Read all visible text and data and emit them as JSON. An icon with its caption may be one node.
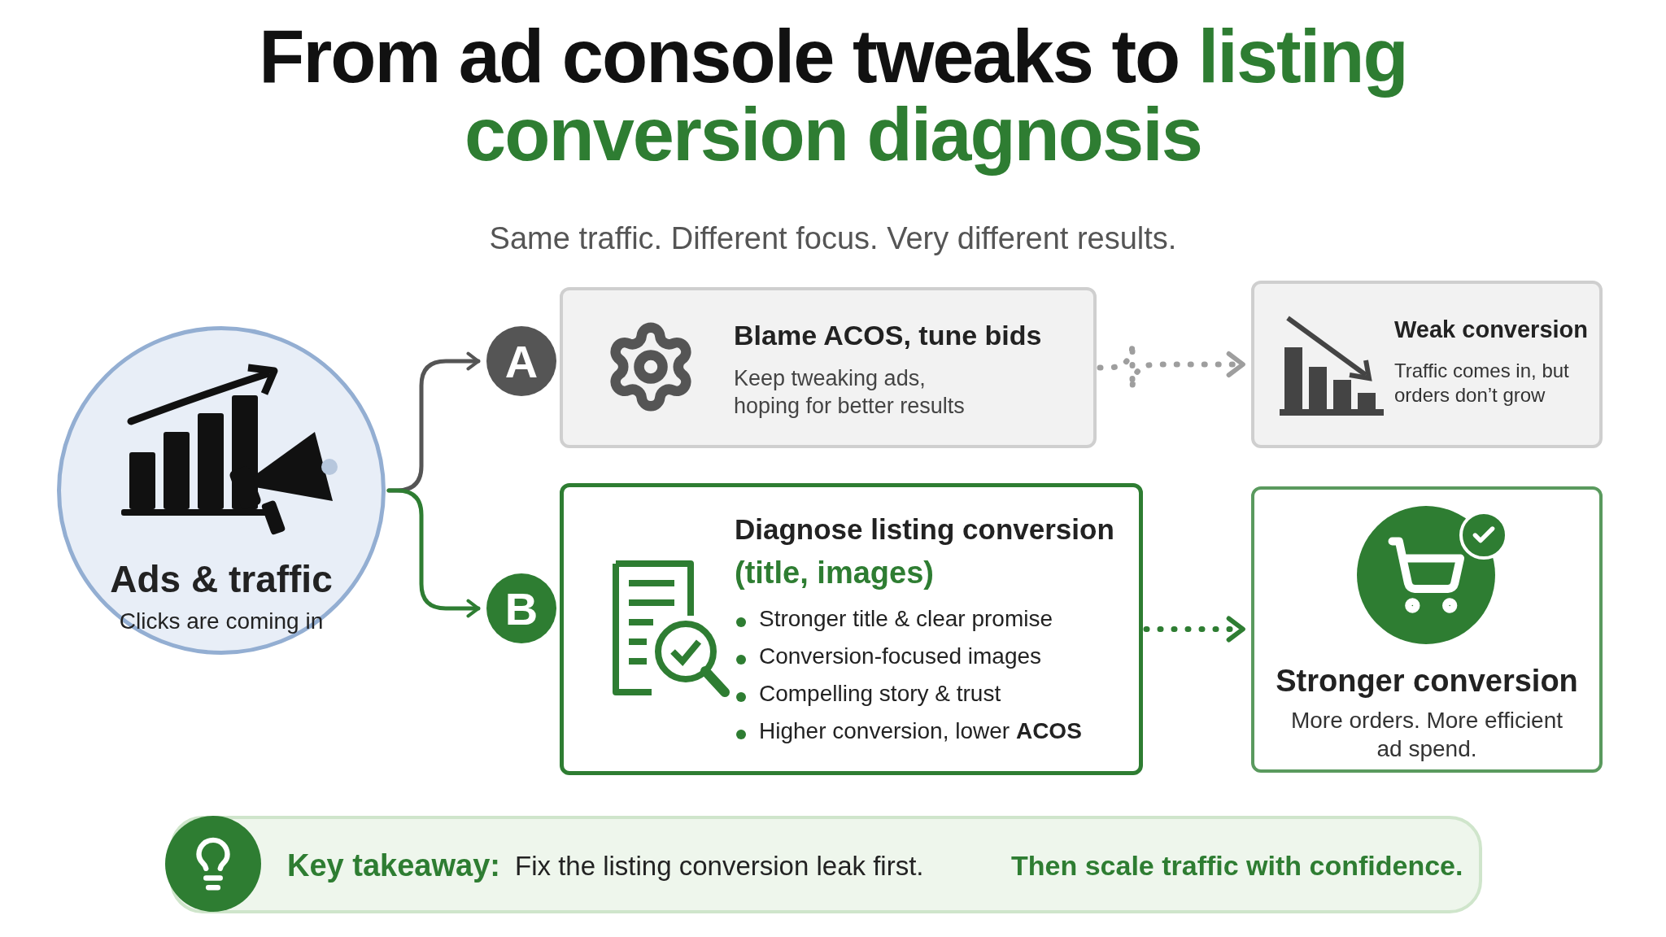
{
  "diagram": {
    "title": "From ad console tweaks to **listing conversion diagnosis**",
    "nodes": [
      {
        "text": [
          "Ads & traffic",
          "Clicks are coming in"
        ]
      },
      {
        "text": [
          "A"
        ]
      },
      {
        "text": [
          "Blame ACOS, tune bids",
          "Keep tweaking ads, hoping for better results"
        ]
      },
      {
        "text": [
          "Weak conversion",
          "Traffic comes in, but orders don’t grow"
        ]
      },
      {
        "text": [
          "B"
        ]
      },
      {
        "text": [
          "Diagnose listing conversion",
          "(title, images)",
          "Stronger title & clear promise",
          "Conversion-focused images",
          "Compelling story & trust",
          "Higher conversion, lower **ACOS**"
        ]
      },
      {
        "text": [
          "Stronger conversion",
          "More orders. More efficient ad spend."
        ]
      },
      {
        "text": [
          "Key takeaway:",
          "Fix the listing conversion leak first.",
          "Then scale traffic with confidence."
        ]
      }
    ],
    "edges": [
      {
        "from": 0,
        "to": 1,
        "arrow": "to",
        "color": "#555555"
      },
      {
        "from": 0,
        "to": 4,
        "arrow": "to",
        "color": "#2e7d32"
      },
      {
        "from": 2,
        "to": 3,
        "arrow": "to",
        "style": "dashed",
        "color": "#9e9e9e"
      },
      {
        "from": 5,
        "to": 6,
        "arrow": "to",
        "style": "dashed",
        "color": "#2e7d32"
      }
    ],
    "labels": [
      "Same traffic. Different focus. Very different results."
    ]
  }
}
